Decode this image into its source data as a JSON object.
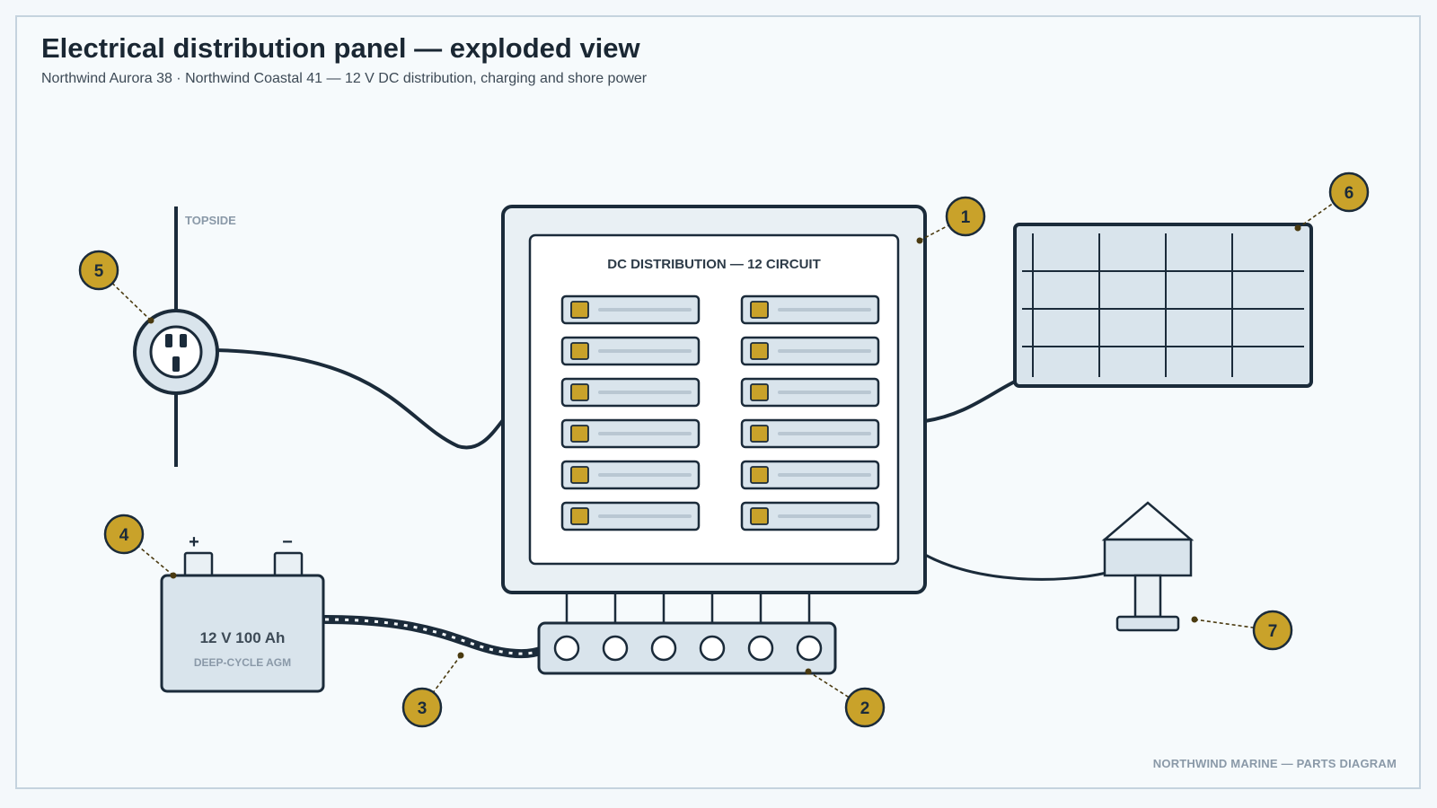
{
  "header": {
    "title": "Electrical distribution panel — exploded view",
    "subtitle": "Northwind Aurora 38 · Northwind Coastal 41 — 12 V DC distribution, charging and shore power"
  },
  "panel": {
    "label": "DC DISTRIBUTION — 12 CIRCUIT",
    "breaker_count": 12
  },
  "battery": {
    "positive": "+",
    "negative": "−",
    "rating": "12 V 100 Ah",
    "type": "DEEP-CYCLE AGM"
  },
  "shore_power": {
    "location_label": "TOPSIDE"
  },
  "callouts": [
    "1",
    "2",
    "3",
    "4",
    "5",
    "6",
    "7"
  ],
  "footer": {
    "credit": "NORTHWIND MARINE — PARTS DIAGRAM"
  },
  "colors": {
    "stroke": "#1b2b3a",
    "callout_fill": "#c9a22a",
    "component_fill": "#d9e4ec",
    "panel_fill": "#e9f0f4",
    "background": "#f6fafc"
  }
}
